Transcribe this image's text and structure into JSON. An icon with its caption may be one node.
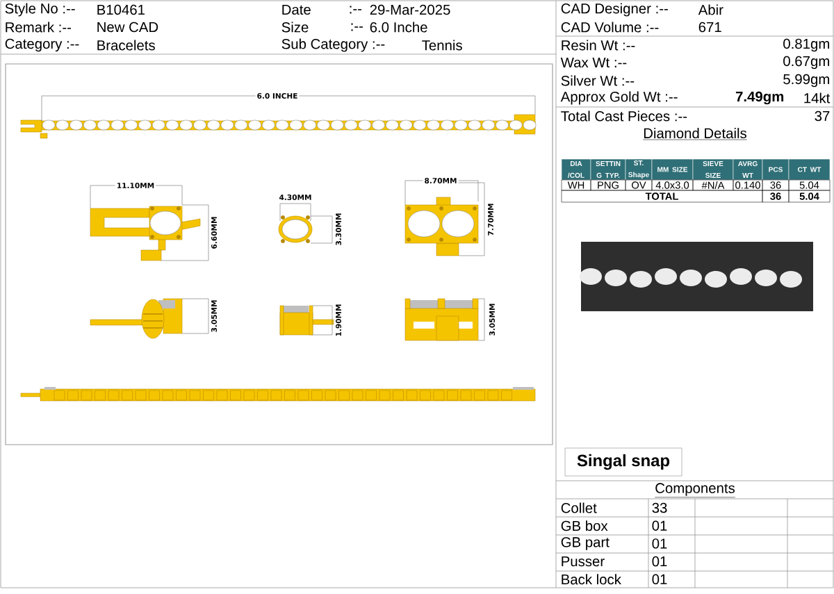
{
  "diagram": {
    "nodes": [
      {
        "text": [
          "Singal snap"
        ]
      }
    ],
    "labels": [
      "Style No :--",
      "B10461",
      "Date",
      ":--",
      "29-Mar-2025",
      "Remark :--",
      "New CAD",
      "Size",
      ":--",
      "6.0 Inche",
      "Category :--",
      "Bracelets",
      "Sub Category :--",
      "Tennis",
      "CAD Designer :--",
      "Abir",
      "CAD Volume :--",
      "671",
      "Resin Wt :--",
      "0.81gm",
      "Wax Wt :--",
      "0.67gm",
      "Silver Wt :--",
      "5.99gm",
      "Approx Gold Wt :--",
      "7.49gm",
      "14kt",
      "Total Cast Pieces :--",
      "37",
      "Diamond Details",
      "DIA /COL",
      "SETTIN G TYP.",
      "ST. Shape",
      "MM SIZE",
      "SIEVE SIZE",
      "AVRG WT",
      "PCS",
      "CT WT",
      "WH",
      "PNG",
      "OV",
      "4.0x3.0",
      "#N/A",
      "0.140",
      "36",
      "5.04",
      "TOTAL",
      "36",
      "5.04",
      "6.0 INCHE",
      "11.10MM",
      "6.60MM",
      "4.30MM",
      "3.30MM",
      "8.70MM",
      "7.70MM",
      "3.05MM",
      "1.90MM",
      "3.05MM",
      "Components",
      "Collet",
      "33",
      "GB box",
      "01",
      "GB part",
      "01",
      "Pusser",
      "01",
      "Back lock",
      "01"
    ]
  }
}
